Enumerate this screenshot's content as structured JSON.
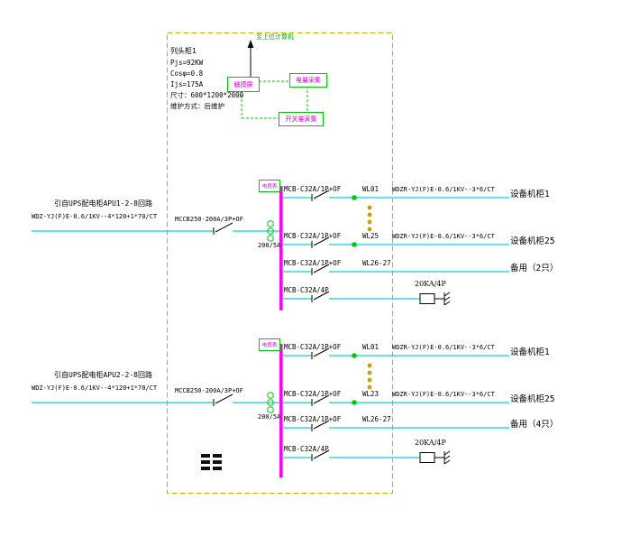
{
  "colors": {
    "wire_cyan": "#00d8d8",
    "busbar_magenta": "#ff00ff",
    "symbol_green": "#00c800",
    "frame_yellow": "#c8b400",
    "ellipsis_dot": "#c8a000",
    "box_text_magenta": "#d400d4",
    "host_text_green": "#00b400",
    "line_black": "#000000"
  },
  "cabinet_info": {
    "name": "列头柜1",
    "power": "Pjs=92KW",
    "cos": "Cosφ=0.8",
    "current": "Ijs=175A",
    "size": "尺寸：600*1200*2000",
    "maintenance": "维护方式：后维护"
  },
  "monitoring": {
    "host": "至上位计算机",
    "touch_screen": "触摸屏",
    "power_acq": "电量采集",
    "switch_acq": "开关量采集",
    "meter": "电度表"
  },
  "sections": [
    {
      "source": "引自UPS配电柜APU1-2-8回路",
      "source_cable": "WDZ-YJ(F)E-0.6/1KV--4*120+1*70/CT",
      "main_breaker": "MCCB250-200A/3P+OF",
      "ct_ratio": "200/5A",
      "branches": [
        {
          "breaker": "MCB-C32A/1P+OF",
          "circuit": "WL01",
          "cable": "WDZR-YJ(F)E-0.6/1KV--3*6/CT",
          "load": "设备机柜1"
        },
        {
          "breaker": "MCB-C32A/1P+OF",
          "circuit": "WL25",
          "cable": "WDZR-YJ(F)E-0.6/1KV--3*6/CT",
          "load": "设备机柜25"
        },
        {
          "breaker": "MCB-C32A/1P+OF",
          "circuit": "WL26-27",
          "load": "备用（2只）"
        },
        {
          "breaker": "MCB-C32A/4P",
          "spd": "20KA/4P"
        }
      ]
    },
    {
      "source": "引自UPS配电柜APU2-2-8回路",
      "source_cable": "WDZ-YJ(F)E-0.6/1KV--4*120+1*70/CT",
      "main_breaker": "MCCB250-200A/3P+OF",
      "ct_ratio": "200/5A",
      "branches": [
        {
          "breaker": "MCB-C32A/1P+OF",
          "circuit": "WL01",
          "cable": "WDZR-YJ(F)E-0.6/1KV--3*6/CT",
          "load": "设备机柜1"
        },
        {
          "breaker": "MCB-C32A/1P+OF",
          "circuit": "WL23",
          "cable": "WDZR-YJ(F)E-0.6/1KV--3*6/CT",
          "load": "设备机柜25"
        },
        {
          "breaker": "MCB-C32A/1P+OF",
          "circuit": "WL26-27",
          "load": "备用（4只）"
        },
        {
          "breaker": "MCB-C32A/4P",
          "spd": "20KA/4P"
        }
      ]
    }
  ]
}
